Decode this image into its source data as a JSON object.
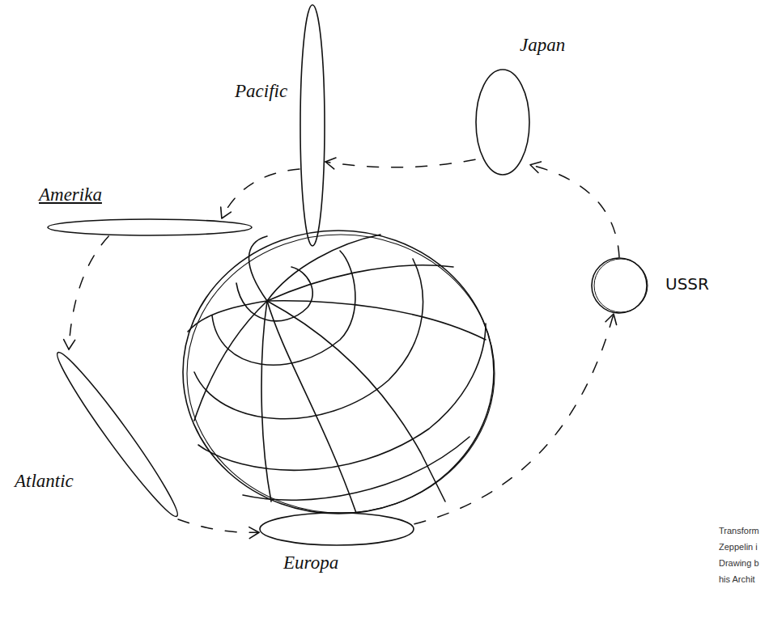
{
  "diagram": {
    "nodes": [
      {
        "text": [
          "Pacific"
        ]
      },
      {
        "text": [
          "Japan"
        ]
      },
      {
        "text": [
          "Amerika"
        ]
      },
      {
        "text": [
          "USSR"
        ]
      },
      {
        "text": [
          "Atlantic"
        ]
      },
      {
        "text": [
          "Europa"
        ]
      }
    ],
    "edges": [
      {
        "from": 5,
        "to": 3,
        "arrow": "to"
      },
      {
        "from": 3,
        "to": 1,
        "arrow": "to"
      },
      {
        "from": 1,
        "to": 0,
        "arrow": "to"
      },
      {
        "from": 0,
        "to": 2,
        "arrow": "to"
      },
      {
        "from": 2,
        "to": 4,
        "arrow": "to"
      },
      {
        "from": 4,
        "to": 5,
        "arrow": "to"
      }
    ],
    "labels": [
      "Transform",
      "Zeppelin i",
      "Drawing b",
      "his Archit"
    ]
  }
}
